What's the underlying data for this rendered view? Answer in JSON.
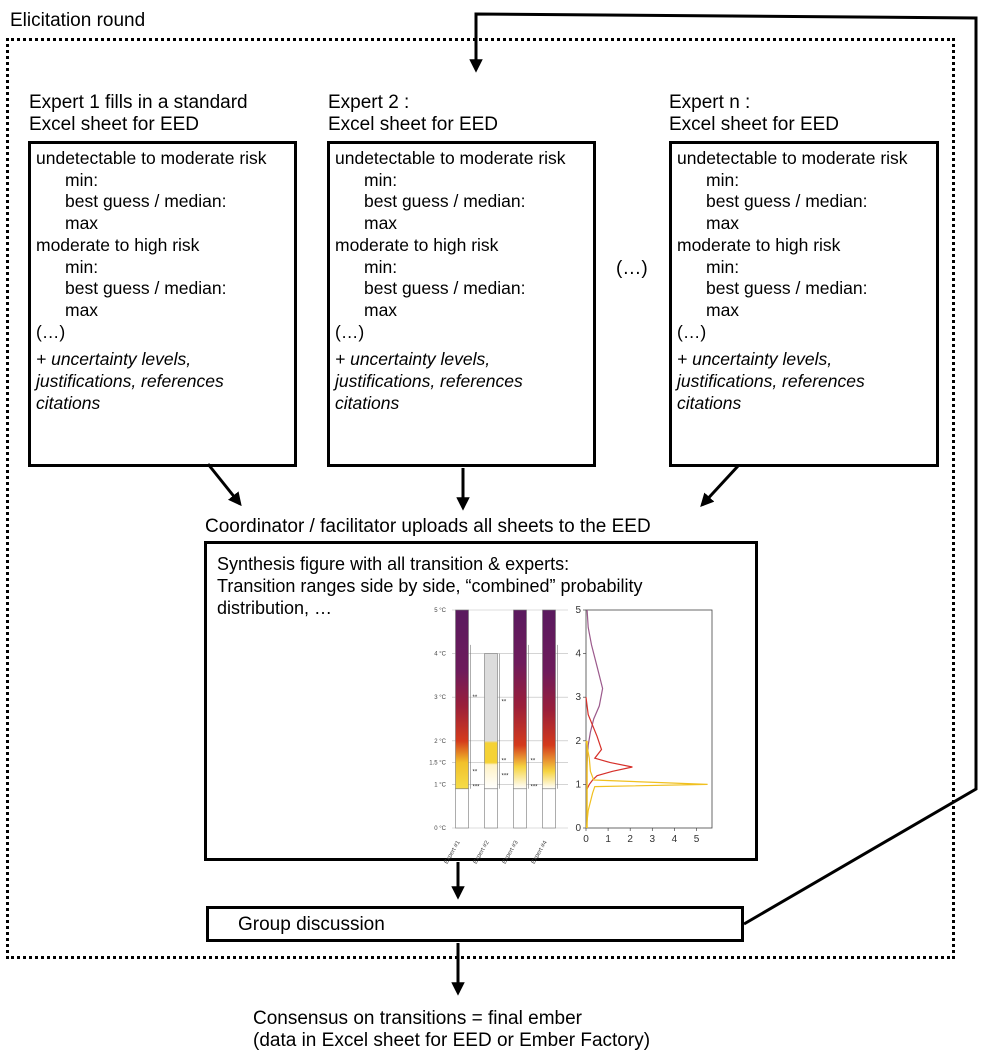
{
  "round_label": "Elicitation round",
  "experts": [
    {
      "header": [
        "Expert 1 fills in a standard",
        "Excel sheet for EED"
      ],
      "lines": [
        "undetectable to moderate risk",
        "min:",
        "best guess / median:",
        "max",
        "moderate to high risk",
        "min:",
        "best guess / median:",
        "max",
        "(…)"
      ],
      "extra": [
        "+ uncertainty levels,",
        "justifications, references",
        "citations"
      ]
    },
    {
      "header": [
        "Expert 2 :",
        "Excel sheet for EED"
      ],
      "lines": [
        "undetectable to moderate risk",
        "min:",
        "best guess / median:",
        "max",
        "moderate to high risk",
        "min:",
        "best guess / median:",
        "max",
        "(…)"
      ],
      "extra": [
        "+ uncertainty levels,",
        "justifications, references",
        "citations"
      ]
    },
    {
      "header": [
        "Expert n :",
        "Excel sheet for EED"
      ],
      "lines": [
        "undetectable to moderate risk",
        "min:",
        "best guess / median:",
        "max",
        "moderate to high risk",
        "min:",
        "best guess / median:",
        "max",
        "(…)"
      ],
      "extra": [
        "+ uncertainty levels,",
        "justifications, references",
        "citations"
      ]
    }
  ],
  "ellipsis": "(…)",
  "coordinator_label": "Coordinator / facilitator uploads all sheets to the EED",
  "synthesis_lines": [
    "Synthesis figure with all transition & experts:",
    "Transition ranges side by side, “combined” probability",
    "distribution, …"
  ],
  "group_label": "Group discussion",
  "consensus_lines": [
    "Consensus on transitions = final ember",
    "(data in Excel sheet for EED or Ember Factory)"
  ],
  "chart_data": [
    {
      "type": "bar",
      "categories": [
        "Expert #1",
        "Expert #2",
        "Expert #3",
        "Expert #4"
      ],
      "y_tick_labels": [
        "0 °C",
        "1 °C",
        "1.5 °C",
        "2 °C",
        "3 °C",
        "4 °C",
        "5 °C"
      ],
      "y_ticks": [
        0,
        1,
        1.5,
        2,
        3,
        4,
        5
      ],
      "ylim": [
        0,
        5
      ],
      "ember_bars": [
        {
          "name": "Expert #1",
          "bottom": 0.9,
          "stops": [
            [
              0.9,
              "#f5dc48"
            ],
            [
              1.5,
              "#f2c12a"
            ],
            [
              2.0,
              "#d43a1c"
            ],
            [
              2.8,
              "#9a1f3a"
            ],
            [
              3.6,
              "#6e1b5c"
            ],
            [
              5.0,
              "#5a1a5e"
            ]
          ]
        },
        {
          "name": "Expert #2",
          "bottom": 0.9,
          "top": 4.0,
          "stops": [
            [
              0.9,
              "#ffffff"
            ],
            [
              1.45,
              "#fff2c4"
            ],
            [
              1.5,
              "#f5d235"
            ],
            [
              1.95,
              "#f5d235"
            ],
            [
              2.0,
              "#dcdcdc"
            ],
            [
              4.0,
              "#dcdcdc"
            ]
          ]
        },
        {
          "name": "Expert #3",
          "bottom": 0.9,
          "stops": [
            [
              0.9,
              "#ffffff"
            ],
            [
              1.4,
              "#f6d440"
            ],
            [
              1.9,
              "#d43a1c"
            ],
            [
              2.8,
              "#9a1f3a"
            ],
            [
              3.8,
              "#6e1b5c"
            ],
            [
              5.0,
              "#5a1a5e"
            ]
          ]
        },
        {
          "name": "Expert #4",
          "bottom": 0.9,
          "stops": [
            [
              0.9,
              "#ffffff"
            ],
            [
              1.3,
              "#f6d440"
            ],
            [
              1.9,
              "#d43a1c"
            ],
            [
              2.7,
              "#9a1f3a"
            ],
            [
              3.6,
              "#6e1b5c"
            ],
            [
              5.0,
              "#5a1a5e"
            ]
          ]
        }
      ],
      "confidence_labels": [
        {
          "expert": 1,
          "y": 0.95,
          "text": "***"
        },
        {
          "expert": 1,
          "y": 1.3,
          "text": "**"
        },
        {
          "expert": 1,
          "y": 3.0,
          "text": "**"
        },
        {
          "expert": 2,
          "y": 1.2,
          "text": "***"
        },
        {
          "expert": 2,
          "y": 2.9,
          "text": "**"
        },
        {
          "expert": 2,
          "y": 1.55,
          "text": "**"
        },
        {
          "expert": 3,
          "y": 0.95,
          "text": "***"
        },
        {
          "expert": 3,
          "y": 1.55,
          "text": "**"
        }
      ]
    },
    {
      "type": "line",
      "xlim": [
        0,
        5.7
      ],
      "ylim": [
        0,
        5
      ],
      "x_ticks": [
        0,
        1,
        2,
        3,
        4,
        5
      ],
      "y_ticks": [
        0,
        1,
        2,
        3,
        4,
        5
      ],
      "series": [
        {
          "color": "#9b5a8c",
          "points": [
            [
              0.05,
              5
            ],
            [
              0.1,
              4.6
            ],
            [
              0.25,
              4.2
            ],
            [
              0.5,
              3.7
            ],
            [
              0.75,
              3.2
            ],
            [
              0.6,
              2.8
            ],
            [
              0.35,
              2.5
            ],
            [
              0.2,
              2.2
            ],
            [
              0.1,
              1.9
            ],
            [
              0.05,
              1.5
            ],
            [
              0.02,
              1.0
            ]
          ]
        },
        {
          "color": "#d6302a",
          "points": [
            [
              0,
              3.0
            ],
            [
              0.1,
              2.6
            ],
            [
              0.5,
              2.1
            ],
            [
              0.7,
              1.8
            ],
            [
              0.4,
              1.6
            ],
            [
              1.1,
              1.5
            ],
            [
              2.1,
              1.4
            ],
            [
              1.2,
              1.3
            ],
            [
              0.5,
              1.2
            ],
            [
              0.3,
              1.1
            ],
            [
              0.15,
              1.0
            ],
            [
              0.05,
              0.9
            ]
          ]
        },
        {
          "color": "#f0c020",
          "points": [
            [
              0,
              2.0
            ],
            [
              0.15,
              1.6
            ],
            [
              0.2,
              1.3
            ],
            [
              0.35,
              1.1
            ],
            [
              5.5,
              1.0
            ],
            [
              0.4,
              0.95
            ],
            [
              0.3,
              0.8
            ],
            [
              0.1,
              0.4
            ],
            [
              0.02,
              0
            ]
          ]
        }
      ]
    }
  ]
}
